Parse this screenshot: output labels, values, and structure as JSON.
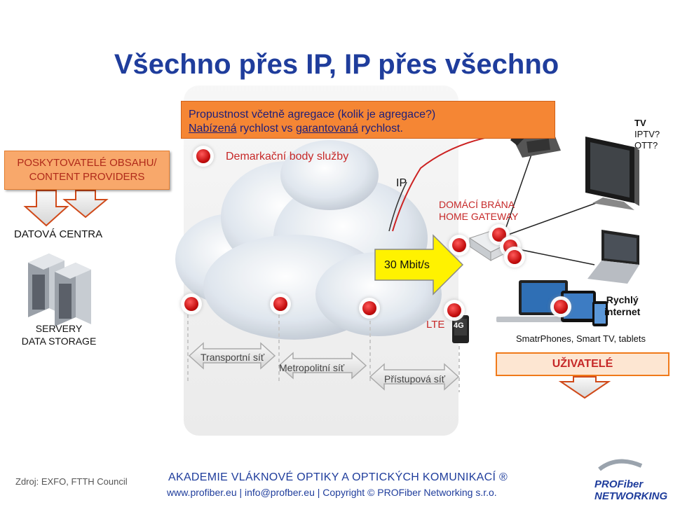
{
  "title": "Všechno přes IP, IP přes všechno",
  "providers": {
    "line1": "POSKYTOVATELÉ OBSAHU/",
    "line2": "CONTENT PROVIDERS"
  },
  "datacenters": "DATOVÁ CENTRA",
  "servers": {
    "line1": "SERVERY",
    "line2": "DATA STORAGE"
  },
  "throughput": {
    "line1": "Propustnost včetně agregace (kolik je agregace?)",
    "line2_a": "Nabízená",
    "line2_b": " rychlost vs ",
    "line2_c": "garantovaná",
    "line2_d": " rychlost."
  },
  "demarcation": "Demarkační body služby",
  "ip": "IP",
  "gateway": {
    "line1": "DOMÁCÍ BRÁNA",
    "line2": "HOME GATEWAY"
  },
  "speed": "30 Mbit/s",
  "tv": {
    "line1": "TV",
    "line2": "IPTV?",
    "line3": "OTT?"
  },
  "fast_internet": {
    "line1": "Rychlý",
    "line2": "internet"
  },
  "lte": "LTE",
  "lte_badge": "4G",
  "devices": "SmatrPhones, Smart TV, tablets",
  "users": "UŽIVATELÉ",
  "networks": {
    "transport": "Transportní síť",
    "metro": "Metropolitní síť",
    "access": "Přístupová síť"
  },
  "source": "Zdroj: EXFO, FTTH Council",
  "footer": {
    "title": "AKADEMIE VLÁKNOVÉ OPTIKY A OPTICKÝCH KOMUNIKACÍ ®",
    "sub": "www.profiber.eu  |  info@profber.eu  | Copyright © PROFiber Networking s.r.o."
  },
  "logo": "PROFiber NETWORKING",
  "colors": {
    "title": "#1f3d9c",
    "accent_orange": "#f58634",
    "accent_red": "#c62828"
  }
}
